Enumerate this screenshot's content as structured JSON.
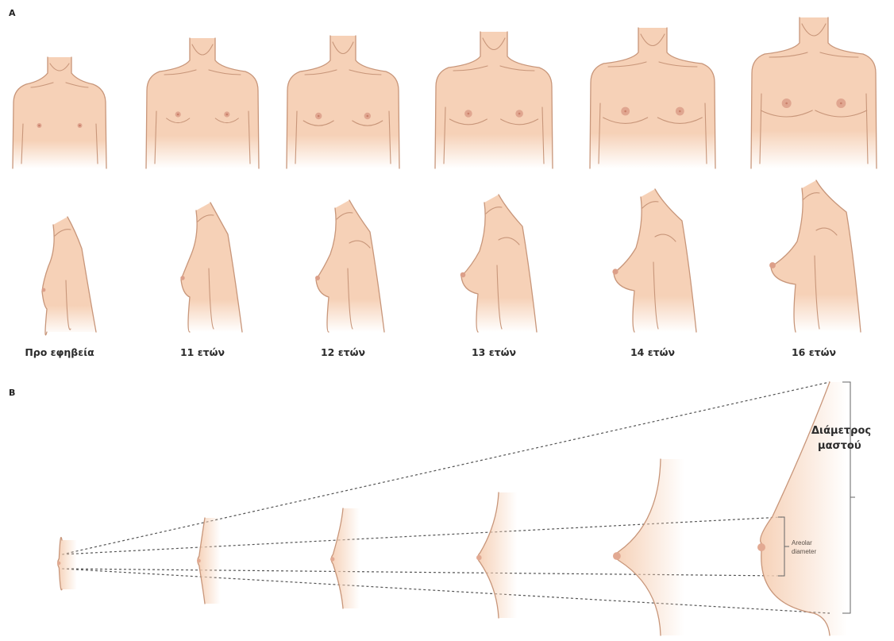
{
  "panels": {
    "a_label": "A",
    "b_label": "B"
  },
  "stages": [
    {
      "label": "Προ εφηβεία"
    },
    {
      "label": "11 ετών"
    },
    {
      "label": "12 ετών"
    },
    {
      "label": "13 ετών"
    },
    {
      "label": "14 ετών"
    },
    {
      "label": "16 ετών"
    }
  ],
  "profiles_b": [
    "stage-1",
    "stage-2",
    "stage-3",
    "stage-4",
    "stage-5",
    "stage-6"
  ],
  "annotations": {
    "breast_diameter_line1": "Διάμετρος",
    "breast_diameter_line2": "μαστού",
    "areolar_line1": "Areolar",
    "areolar_line2": "diameter"
  },
  "colors": {
    "skin": "#f6d1b7",
    "outline": "#c8967a",
    "areola": "#dc9f89",
    "dashed_lines": "#555555"
  }
}
